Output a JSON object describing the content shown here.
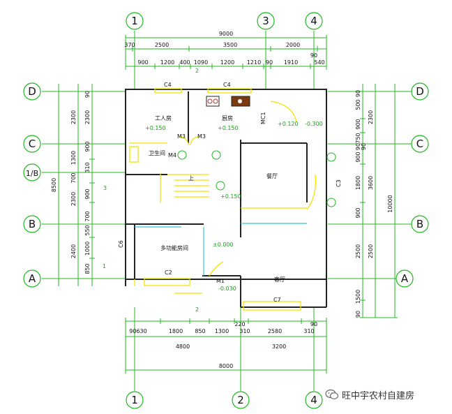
{
  "axes": {
    "top": [
      "1",
      "3",
      "4"
    ],
    "bottom": [
      "1",
      "2",
      "4"
    ],
    "left": [
      "D",
      "C",
      "1/B",
      "B",
      "A"
    ],
    "right": [
      "D",
      "C",
      "B",
      "A"
    ]
  },
  "dims_top": {
    "total": "9000",
    "row2": [
      "370",
      "2500",
      "3500",
      "2000",
      "90"
    ],
    "row3": [
      "900",
      "1200",
      "400",
      "1090",
      "1200",
      "1210",
      "90",
      "1910",
      "540"
    ]
  },
  "dims_bottom": {
    "row1": [
      "90630",
      "1800",
      "850",
      "1300",
      "220",
      "310",
      "2580",
      "90",
      "310"
    ],
    "row2": [
      "4800",
      "3200"
    ],
    "total": "8000"
  },
  "dims_left": {
    "outer": [
      "8500",
      "2400"
    ],
    "mid": [
      "2300",
      "1300",
      "700",
      "2300",
      "850"
    ],
    "inner": [
      "90",
      "2300",
      "900",
      "310",
      "900",
      "700",
      "550",
      "1000"
    ]
  },
  "dims_right": {
    "outer": [
      "10000"
    ],
    "mid": [
      "2300",
      "3600",
      "2500",
      "1500"
    ],
    "inner": [
      "90",
      "500",
      "900",
      "750",
      "90",
      "90",
      "900",
      "1800",
      "900",
      "2500",
      "90"
    ]
  },
  "rooms": {
    "worker": "工人房",
    "kitchen": "厨房",
    "toilet": "卫生间",
    "dining": "餐厅",
    "multi": "多功能房间",
    "living": "客厅"
  },
  "levels": [
    "+0.150",
    "+0.150",
    "+0.120",
    "-0.300",
    "+0.150",
    "±0.000",
    "-0.030"
  ],
  "tags": [
    "C4",
    "C4",
    "MC1",
    "M3",
    "M3",
    "M4",
    "C2",
    "C6",
    "C7",
    "C3",
    "M1",
    "上",
    "2",
    "2",
    "3",
    "1"
  ],
  "watermark": "旺中宇农村自建房",
  "colors": {
    "green": "#1fb91f",
    "yellow": "#f0e400",
    "cyan": "#35c6d8",
    "wall": "#222222"
  }
}
